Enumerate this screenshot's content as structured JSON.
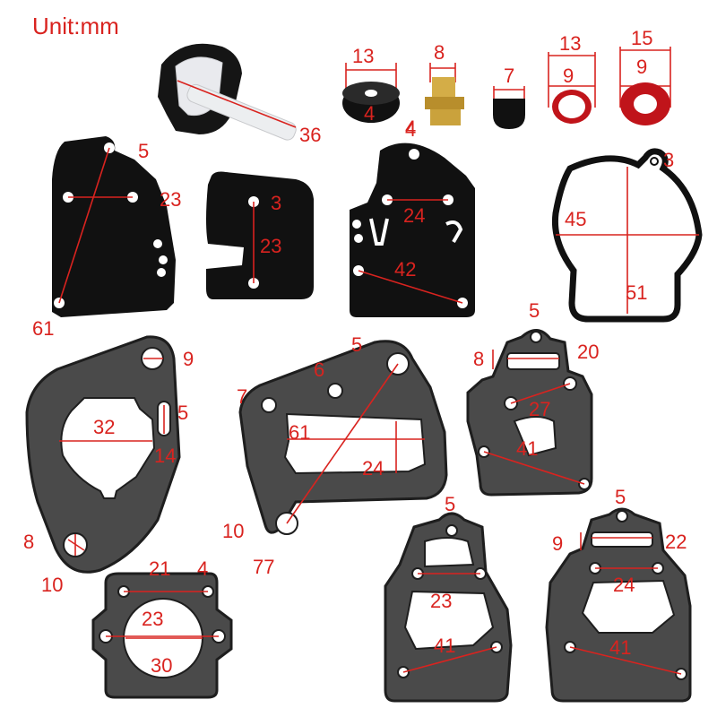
{
  "title": "Unit:mm",
  "colors": {
    "annotation": "#d9231f",
    "rubber": "#111111",
    "gasket": "#4a4a4a",
    "brass": "#c9a23a",
    "red_seal": "#c0141a"
  },
  "parts": {
    "filter": {
      "dims": [
        "36"
      ]
    },
    "washer": {
      "dims": [
        "13",
        "4"
      ]
    },
    "fitting": {
      "dims": [
        "8",
        "4"
      ]
    },
    "plug": {
      "dims": [
        "7"
      ]
    },
    "ring_small": {
      "dims": [
        "13",
        "9"
      ]
    },
    "ring_large": {
      "dims": [
        "15",
        "9"
      ]
    },
    "diaphragm_a": {
      "dims": [
        "5",
        "23",
        "61"
      ]
    },
    "diaphragm_b": {
      "dims": [
        "3",
        "23"
      ]
    },
    "diaphragm_c": {
      "dims": [
        "4",
        "24",
        "42"
      ]
    },
    "oring_gasket": {
      "dims": [
        "3",
        "45",
        "51"
      ]
    },
    "gasket_flange": {
      "dims": [
        "9",
        "32",
        "5",
        "14",
        "8",
        "10"
      ]
    },
    "gasket_plate": {
      "dims": [
        "5",
        "6",
        "7",
        "61",
        "24",
        "10",
        "77"
      ]
    },
    "gasket_small": {
      "dims": [
        "5",
        "8",
        "20",
        "27",
        "41"
      ]
    },
    "gasket_square": {
      "dims": [
        "21",
        "4",
        "23",
        "30"
      ]
    },
    "gasket_bowl_a": {
      "dims": [
        "5",
        "23",
        "41"
      ]
    },
    "gasket_bowl_b": {
      "dims": [
        "5",
        "9",
        "22",
        "24",
        "41"
      ]
    }
  }
}
